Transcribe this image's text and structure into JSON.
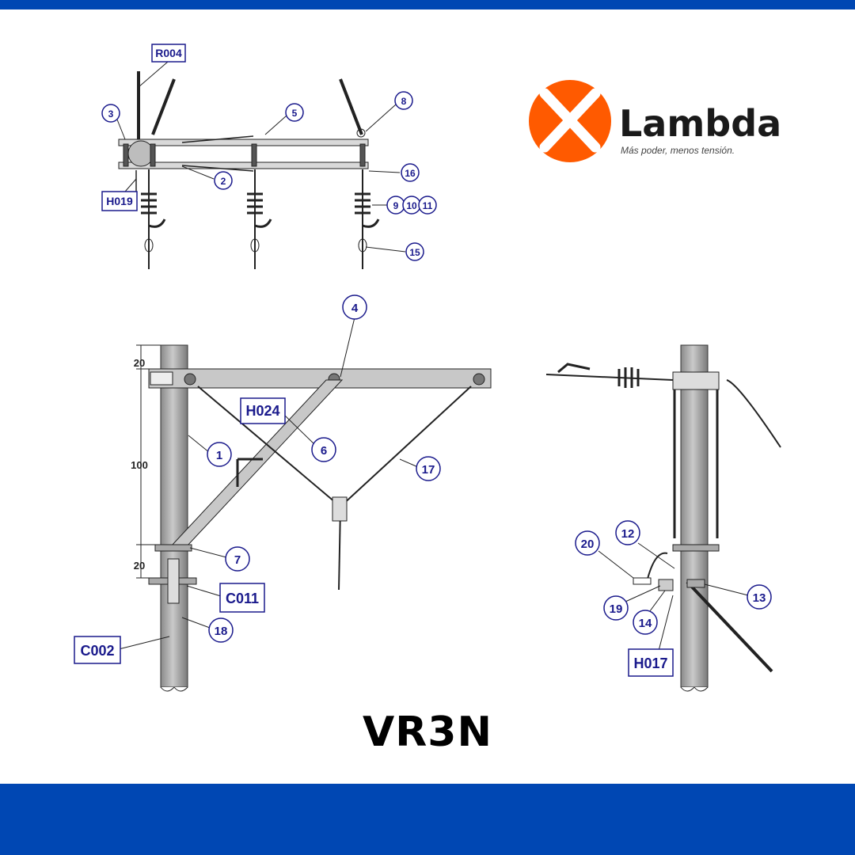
{
  "header": {
    "bar_color": "#0047b3"
  },
  "logo": {
    "name": "Lambda",
    "tagline": "Más poder, menos tensión.",
    "mark_color": "#ff5a00"
  },
  "title": "VR3N",
  "top_view": {
    "labels": {
      "r004": "R004",
      "h019": "H019"
    },
    "callouts": {
      "c3": "3",
      "c5": "5",
      "c8": "8",
      "c2": "2",
      "c16": "16",
      "c9": "9",
      "c10": "10",
      "c11": "11",
      "c15": "15"
    }
  },
  "front_view": {
    "labels": {
      "h024": "H024",
      "c011": "C011",
      "c002": "C002"
    },
    "dimensions": {
      "d20_top": "20",
      "d100": "100",
      "d20_bottom": "20"
    },
    "callouts": {
      "c4": "4",
      "c1": "1",
      "c6": "6",
      "c17": "17",
      "c7": "7",
      "c18": "18"
    }
  },
  "side_view": {
    "labels": {
      "h017": "H017"
    },
    "callouts": {
      "c12": "12",
      "c20": "20",
      "c13": "13",
      "c19": "19",
      "c14": "14"
    }
  },
  "footer": {
    "bar_color": "#0047b3"
  }
}
